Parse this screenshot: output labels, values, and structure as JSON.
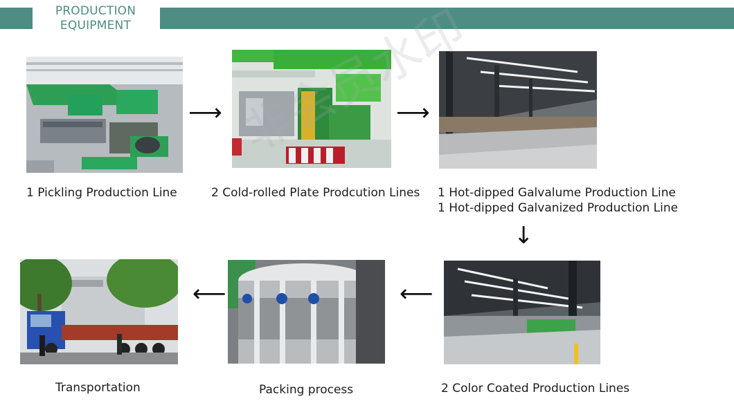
{
  "header": {
    "title_line1": "PRODUCTION",
    "title_line2": "EQUIPMENT"
  },
  "steps": [
    {
      "caption": "1 Pickling Production Line"
    },
    {
      "caption": "2 Cold-rolled Plate Prodcution Lines"
    },
    {
      "caption_line1": "1 Hot-dipped Galvalume Production Line",
      "caption_line2": "1 Hot-dipped Galvanized Production Line"
    },
    {
      "caption": "2 Color Coated Production Lines"
    },
    {
      "caption": "Packing process"
    },
    {
      "caption": "Transportation"
    }
  ],
  "arrows": {
    "right": "⟶",
    "down": "↓",
    "left": "⟵"
  },
  "watermark": {
    "text": "非会员水印"
  },
  "colors": {
    "header_teal": "#4f8c83"
  }
}
